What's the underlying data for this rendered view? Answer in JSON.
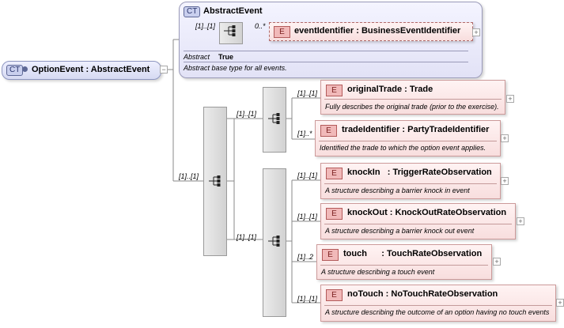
{
  "root": {
    "badge": "CT",
    "title": "OptionEvent : AbstractEvent"
  },
  "abstract_event": {
    "badge": "CT",
    "title": "AbstractEvent",
    "seq_card": "[1]..[1]",
    "child_card": "0..*",
    "event_identifier": {
      "badge": "E",
      "title": "eventIdentifier : BusinessEventIdentifier"
    },
    "attr_name": "Abstract",
    "attr_value": "True",
    "doc": "Abstract base type for all events."
  },
  "choice_card": "[1]..[1]",
  "seq1": {
    "card": "[1]..[1]",
    "elements": [
      {
        "card": "[1]..[1]",
        "badge": "E",
        "title": "originalTrade : Trade",
        "doc": "Fully describes the original trade (prior to the exercise)."
      },
      {
        "card": "[1]..*",
        "badge": "E",
        "title": "tradeIdentifier : PartyTradeIdentifier",
        "doc": "Identified the trade to which the option event applies."
      }
    ]
  },
  "seq2": {
    "card": "[1]..[1]",
    "elements": [
      {
        "card": "[1]..[1]",
        "badge": "E",
        "title": "knockIn   : TriggerRateObservation",
        "doc": "A structure describing a barrier knock in event"
      },
      {
        "card": "[1]..[1]",
        "badge": "E",
        "title": "knockOut : KnockOutRateObservation",
        "doc": "A structure describing a barrier knock out event"
      },
      {
        "card": "[1]..2",
        "badge": "E",
        "title": "touch      : TouchRateObservation",
        "doc": "A structure describing a touch event"
      },
      {
        "card": "[1]..[1]",
        "badge": "E",
        "title": "noTouch : NoTouchRateObservation",
        "doc": "A structure describing the outcome of an option having no touch events"
      }
    ]
  }
}
